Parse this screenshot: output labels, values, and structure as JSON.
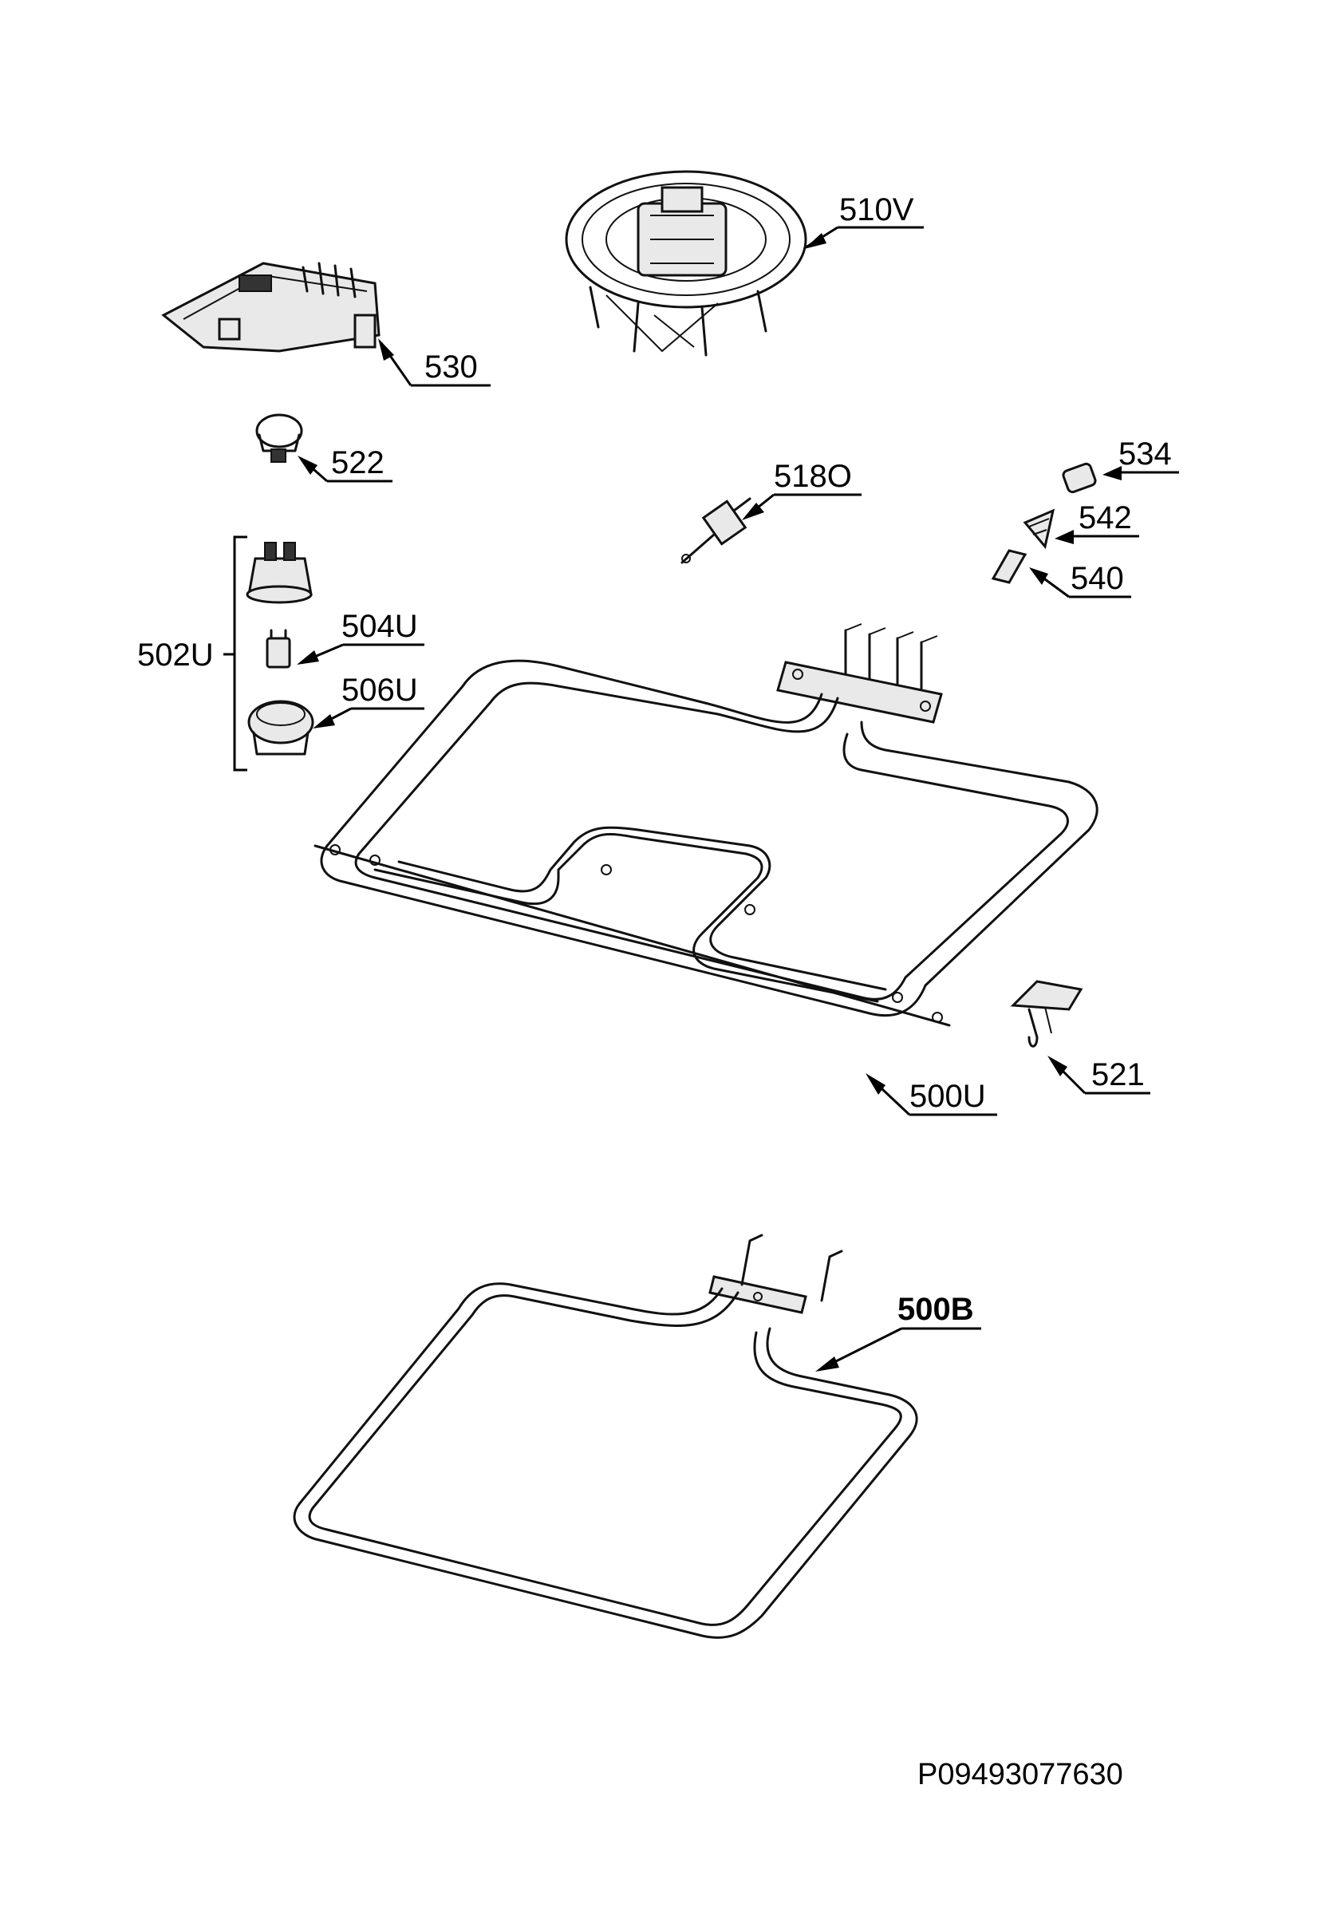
{
  "labels": {
    "fan_motor": "510V",
    "terminal_block": "530",
    "clamp": "522",
    "thermostat_sensor": "518O",
    "cap": "534",
    "knob_adapter": "542",
    "spring_clip": "540",
    "lamp_group": "502U",
    "lamp_holder": "504U",
    "lamp_cover": "506U",
    "top_element": "500U",
    "bracket": "521",
    "bottom_element": "500B"
  },
  "document_code": "P09493077630"
}
